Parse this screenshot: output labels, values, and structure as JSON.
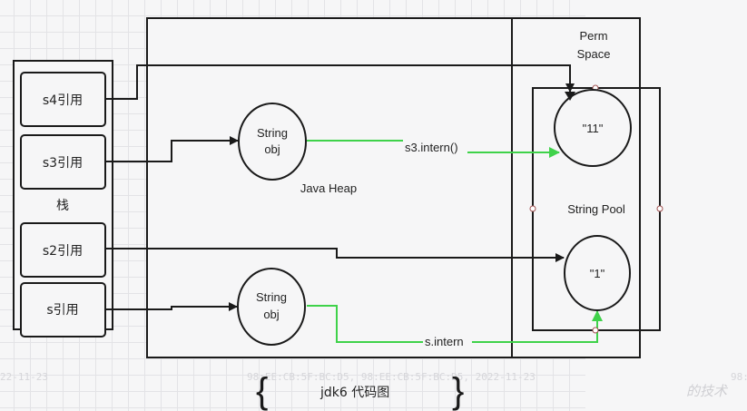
{
  "diagram": {
    "stack": {
      "label": "栈",
      "refs": [
        {
          "id": "s4",
          "label": "s4引用"
        },
        {
          "id": "s3",
          "label": "s3引用"
        },
        {
          "id": "s2",
          "label": "s2引用"
        },
        {
          "id": "s",
          "label": "s引用"
        }
      ]
    },
    "heap": {
      "label": "Java Heap",
      "objects": [
        {
          "id": "obj1",
          "line1": "String",
          "line2": "obj"
        },
        {
          "id": "obj2",
          "line1": "String",
          "line2": "obj"
        }
      ]
    },
    "perm": {
      "label_line1": "Perm",
      "label_line2": "Space",
      "pool": {
        "label": "String Pool",
        "items": [
          {
            "id": "p11",
            "label": "\"11\""
          },
          {
            "id": "p1",
            "label": "\"1\""
          }
        ]
      }
    },
    "edges": [
      {
        "from": "s4引用",
        "to": "\"11\"",
        "color": "#1a1a1a",
        "label": ""
      },
      {
        "from": "s3引用",
        "to": "String obj (upper)",
        "color": "#1a1a1a",
        "label": ""
      },
      {
        "from": "String obj (upper)",
        "to": "\"11\"",
        "color": "#3fd24a",
        "label": "s3.intern()"
      },
      {
        "from": "s2引用",
        "to": "\"1\"",
        "color": "#1a1a1a",
        "label": ""
      },
      {
        "from": "s引用",
        "to": "String obj (lower)",
        "color": "#1a1a1a",
        "label": ""
      },
      {
        "from": "String obj (lower)",
        "to": "\"1\"",
        "color": "#3fd24a",
        "label": "s.intern"
      }
    ],
    "caption": "jdk6 代码图"
  },
  "watermark": {
    "date_left": "22-11-23",
    "mac_text": "98:EE:CB:5F:BC:D5, 98:EE:CB:5F:BC:D5, 2022-11-23",
    "date_right": "2022-11-23",
    "corner": "98:",
    "brand": "的技术"
  },
  "colors": {
    "stroke": "#1a1a1a",
    "intern_edge": "#3fd24a",
    "background": "#f6f6f7"
  }
}
